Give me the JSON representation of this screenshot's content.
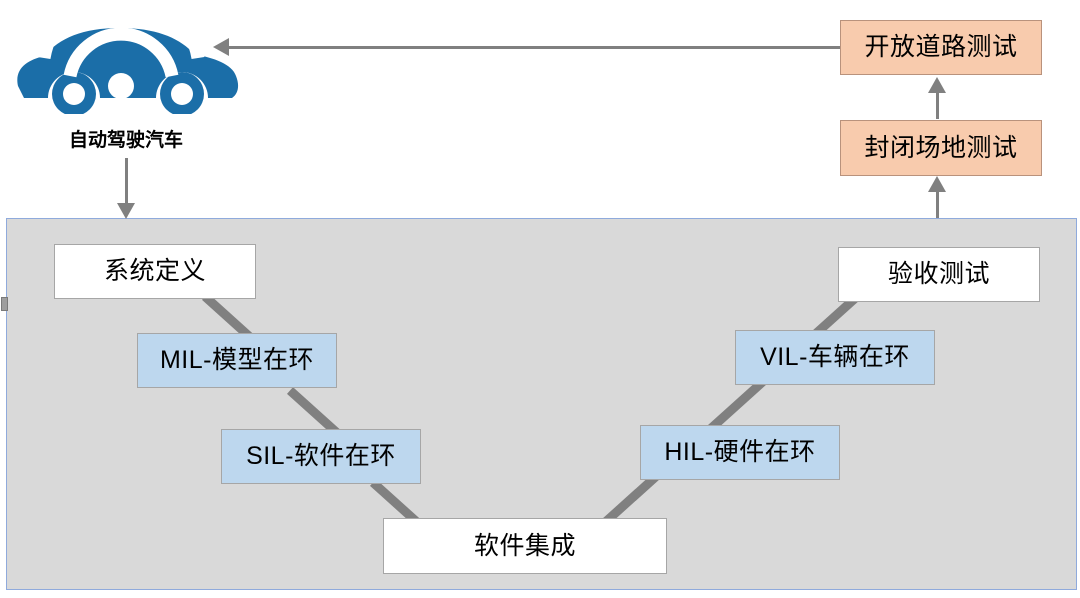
{
  "diagram": {
    "title_icon": "autonomous-car-icon",
    "car_label": "自动驾驶汽车",
    "accent_colors": {
      "car_blue": "#1b6ea8",
      "node_blue": "#bdd7ee",
      "node_orange": "#f8cbad",
      "panel_gray": "#d9d9d9",
      "panel_border_blue": "#8faadc",
      "connector_gray": "#808080",
      "node_border_gray": "#a6a6a6"
    },
    "road_tests": [
      {
        "id": "open-road-test",
        "label": "开放道路测试",
        "style": "orange"
      },
      {
        "id": "closed-field-test",
        "label": "封闭场地测试",
        "style": "orange"
      }
    ],
    "vmodel": {
      "left_branch": [
        {
          "id": "system-definition",
          "label": "系统定义",
          "style": "white"
        },
        {
          "id": "mil",
          "label": "MIL-模型在环",
          "style": "blue"
        },
        {
          "id": "sil",
          "label": "SIL-软件在环",
          "style": "blue"
        }
      ],
      "bottom": {
        "id": "software-integration",
        "label": "软件集成",
        "style": "white"
      },
      "right_branch": [
        {
          "id": "hil",
          "label": "HIL-硬件在环",
          "style": "blue"
        },
        {
          "id": "vil",
          "label": "VIL-车辆在环",
          "style": "blue"
        },
        {
          "id": "acceptance-test",
          "label": "验收测试",
          "style": "white"
        }
      ]
    },
    "arrows": [
      {
        "id": "open-road-to-car",
        "direction": "left"
      },
      {
        "id": "car-to-vmodel",
        "direction": "down"
      },
      {
        "id": "vmodel-to-closed-field",
        "direction": "up"
      },
      {
        "id": "closed-field-to-open-road",
        "direction": "up"
      }
    ]
  }
}
